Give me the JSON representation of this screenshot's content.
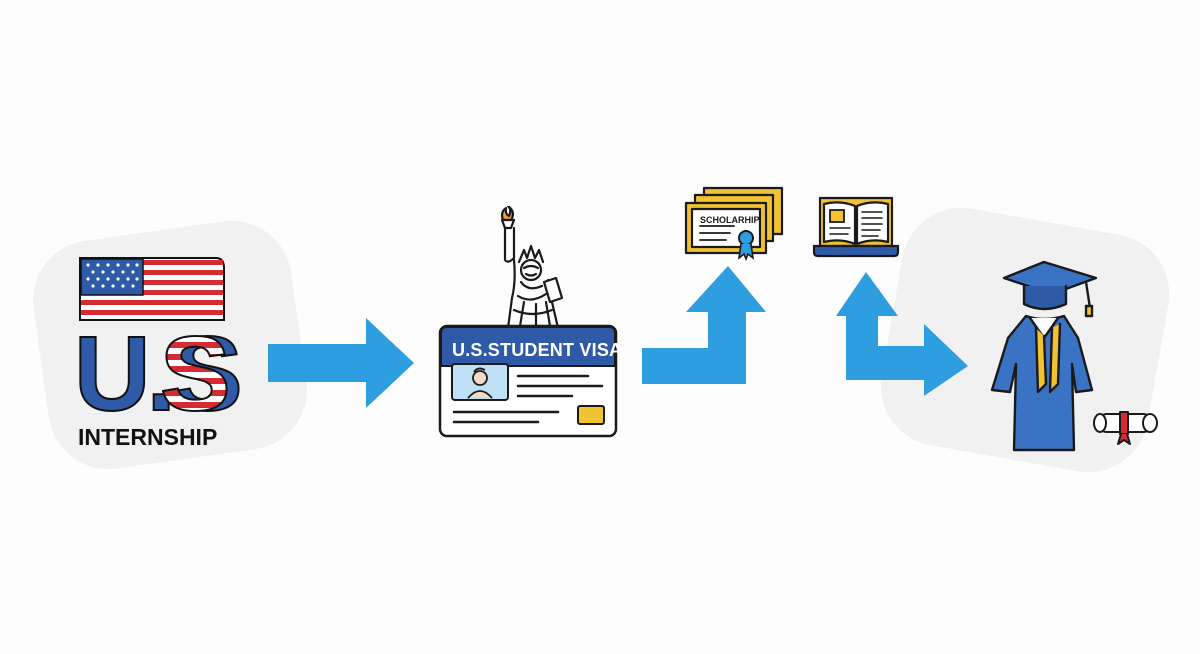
{
  "labels": {
    "us_letters": "U.S",
    "internship": "INTERNSHIP",
    "visa_title": "U.S.STUDENT VISA",
    "scholarship": "SCHOLARHIP"
  },
  "colors": {
    "blue": "#2e5aa8",
    "red": "#d62b34",
    "arrow": "#2f9ee0",
    "gold": "#f1c232",
    "gown": "#3a72c4"
  },
  "icons": [
    "us-flag-icon",
    "statue-of-liberty-icon",
    "visa-card-icon",
    "scholarship-certificate-icon",
    "open-book-laptop-icon",
    "graduate-gown-icon",
    "diploma-scroll-icon",
    "arrow-right-icon",
    "arrow-turn-up-icon",
    "arrow-turn-right-icon"
  ]
}
